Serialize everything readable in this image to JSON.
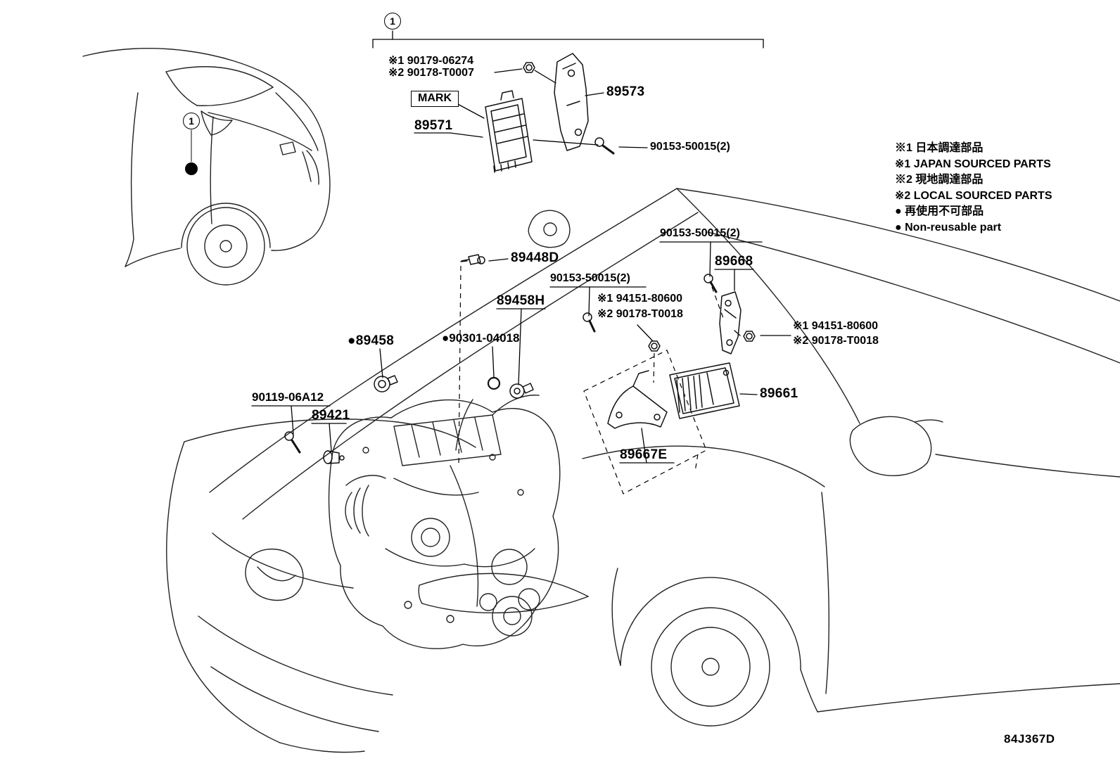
{
  "meta": {
    "diagram_code": "84J367D"
  },
  "callouts": {
    "group": "1",
    "marker": "1"
  },
  "legend": {
    "l1": "※1 日本調達部品",
    "l2": "※1 JAPAN SOURCED PARTS",
    "l3": "※2 現地調達部品",
    "l4": "※2 LOCAL SOURCED PARTS",
    "l5": "● 再使用不可部品",
    "l6": "● Non-reusable part"
  },
  "labels": {
    "nut_top_1": "※1 90179-06274",
    "nut_top_2": "※2 90178-T0007",
    "p89573": "89573",
    "mark": "MARK",
    "p89571": "89571",
    "bolt_a": "90153-50015(2)",
    "bolt_b": "90153-50015(2)",
    "bolt_c": "90153-50015(2)",
    "p89668": "89668",
    "p89448d": "89448D",
    "p89458h": "89458H",
    "nut_mid_1": "※1 94151-80600",
    "nut_mid_2": "※2 90178-T0018",
    "nut_right_1": "※1 94151-80600",
    "nut_right_2": "※2 90178-T0018",
    "p89458": "●89458",
    "p90301": "●90301-04018",
    "p90119": "90119-06A12",
    "p89421": "89421",
    "p89661": "89661",
    "p89667e": "89667E"
  }
}
